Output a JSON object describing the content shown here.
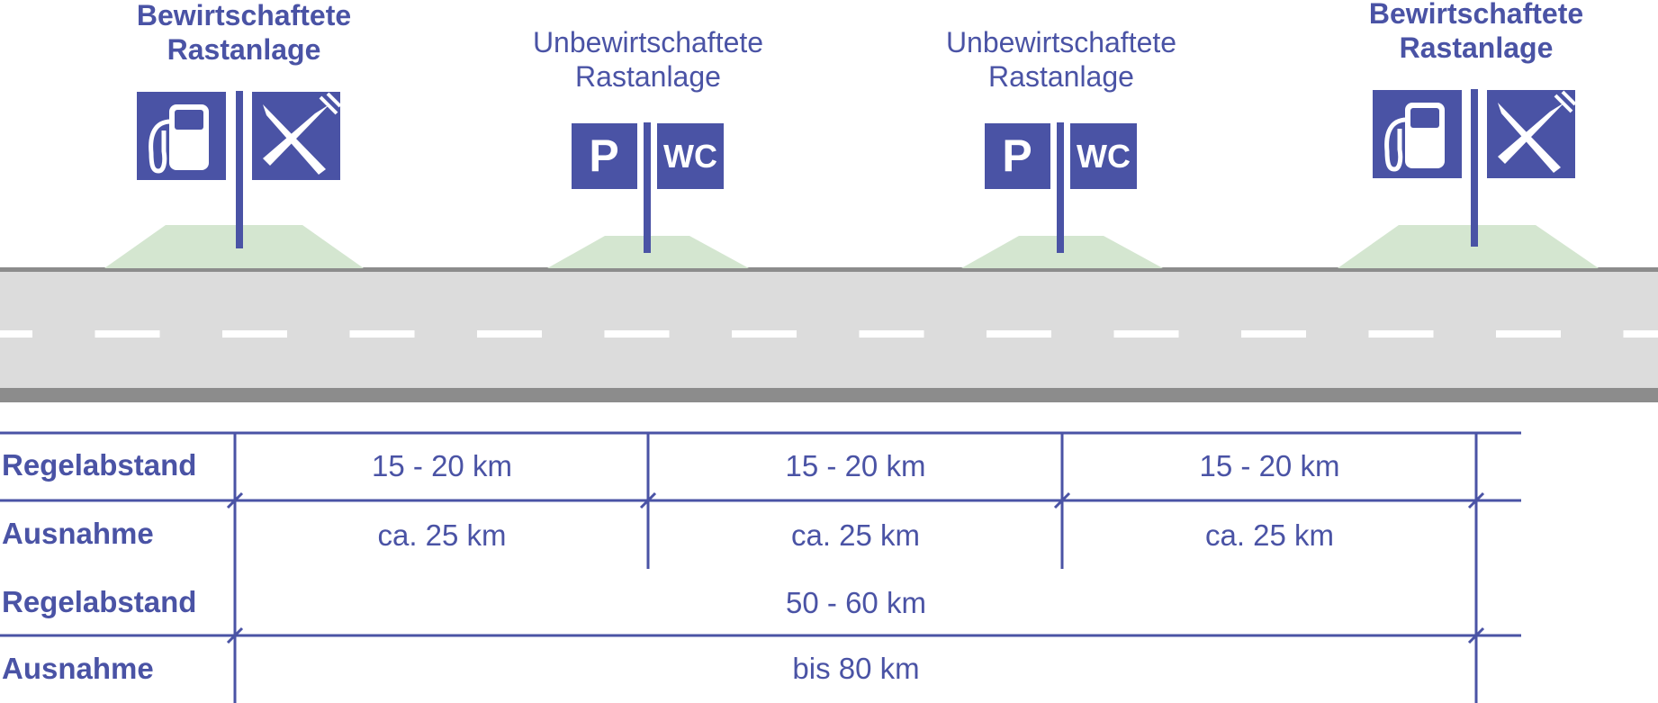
{
  "stations": [
    {
      "title_line1": "Bewirtschaftete",
      "title_line2": "Rastanlage",
      "icons": [
        "fuel-pump-icon",
        "knife-fork-icon"
      ]
    },
    {
      "title_line1": "Unbewirtschaftete",
      "title_line2": "Rastanlage",
      "icons": [
        "parking-icon",
        "wc-icon"
      ],
      "sign_text": [
        "P",
        "WC"
      ]
    },
    {
      "title_line1": "Unbewirtschaftete",
      "title_line2": "Rastanlage",
      "icons": [
        "parking-icon",
        "wc-icon"
      ],
      "sign_text": [
        "P",
        "WC"
      ]
    },
    {
      "title_line1": "Bewirtschaftete",
      "title_line2": "Rastanlage",
      "icons": [
        "fuel-pump-icon",
        "knife-fork-icon"
      ]
    }
  ],
  "table": {
    "row1_label": "Regelabstand",
    "row1_values": [
      "15 - 20 km",
      "15 - 20 km",
      "15 - 20 km"
    ],
    "row2_label": "Ausnahme",
    "row2_values": [
      "ca. 25 km",
      "ca. 25 km",
      "ca. 25 km"
    ],
    "row3_label": "Regelabstand",
    "row3_value": "50 - 60 km",
    "row4_label": "Ausnahme",
    "row4_value": "bis 80 km"
  },
  "colors": {
    "accent": "#4a53a5",
    "road": "#dcdcdc",
    "road_edge": "#8c8c8c",
    "mound": "#d4e6d0"
  }
}
